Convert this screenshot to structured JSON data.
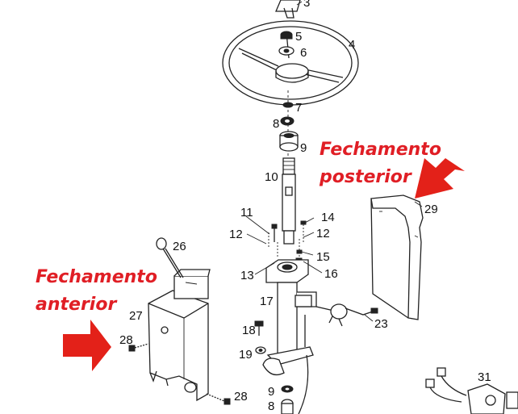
{
  "callouts": {
    "rear_line1": "Fechamento",
    "rear_line2": "posterior",
    "front_line1": "Fechamento",
    "front_line2": "anterior"
  },
  "parts": {
    "p3": "3",
    "p4": "4",
    "p5": "5",
    "p6": "6",
    "p7": "7",
    "p8a": "8",
    "p9a": "9",
    "p10": "10",
    "p11": "11",
    "p12a": "12",
    "p12b": "12",
    "p13": "13",
    "p14": "14",
    "p15": "15",
    "p16": "16",
    "p17": "17",
    "p18": "18",
    "p19": "19",
    "p23": "23",
    "p26": "26",
    "p27": "27",
    "p28a": "28",
    "p28b": "28",
    "p29": "29",
    "p31": "31",
    "p9b": "9",
    "p8b": "8"
  },
  "colors": {
    "callout": "#e01e25",
    "arrow": "#e32119",
    "line": "#222222"
  }
}
